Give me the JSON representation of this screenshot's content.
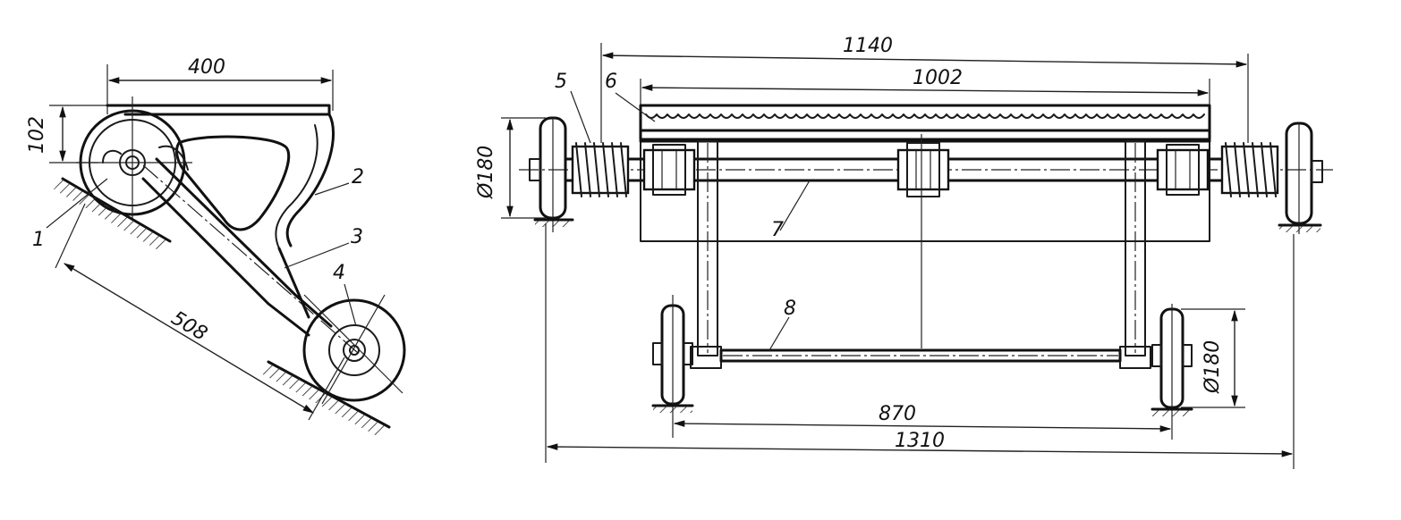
{
  "left_view": {
    "dims": {
      "width": "400",
      "height": "102",
      "diagonal": "508"
    },
    "parts": [
      "1",
      "2",
      "3",
      "4"
    ]
  },
  "right_view": {
    "dims": {
      "overall_top": "1140",
      "inner_top": "1002",
      "wheel_dia_left": "Ø180",
      "wheel_dia_right": "Ø180",
      "bottom_inner": "870",
      "bottom_overall": "1310"
    },
    "parts": [
      "5",
      "6",
      "7",
      "8"
    ]
  }
}
